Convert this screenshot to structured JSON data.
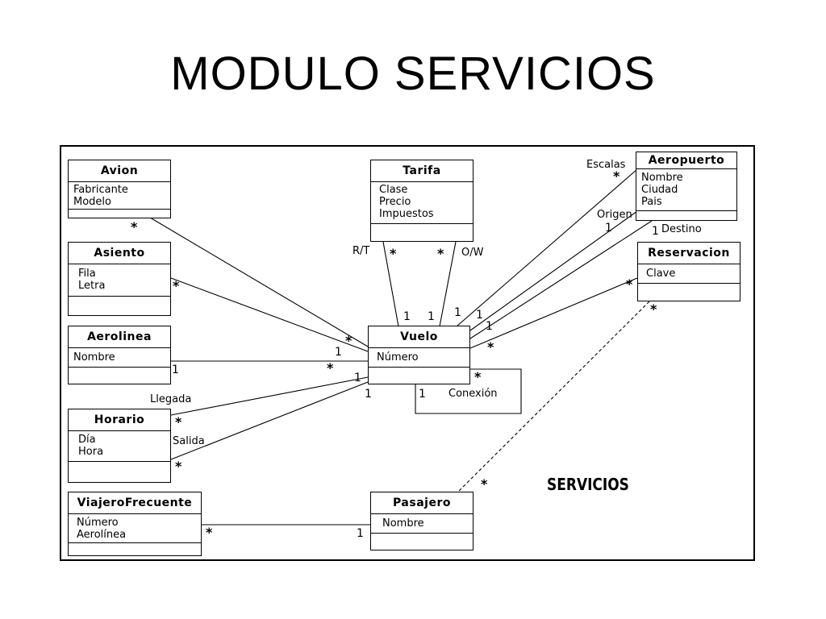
{
  "slide": {
    "title": "MODULO SERVICIOS"
  },
  "diagram": {
    "stamp": "SERVICIOS",
    "classes": {
      "avion": {
        "name": "Avion",
        "attributes": [
          "Fabricante",
          "Modelo"
        ]
      },
      "asiento": {
        "name": "Asiento",
        "attributes": [
          "Fila",
          "Letra"
        ]
      },
      "aerolinea": {
        "name": "Aerolinea",
        "attributes": [
          "Nombre"
        ]
      },
      "horario": {
        "name": "Horario",
        "attributes": [
          "Día",
          "Hora"
        ]
      },
      "viajero": {
        "name": "ViajeroFrecuente",
        "attributes": [
          "Número",
          "Aerolínea"
        ]
      },
      "tarifa": {
        "name": "Tarifa",
        "attributes": [
          "Clase",
          "Precio",
          "Impuestos"
        ]
      },
      "vuelo": {
        "name": "Vuelo",
        "attributes": [
          "Número"
        ]
      },
      "aeropuerto": {
        "name": "Aeropuerto",
        "attributes": [
          "Nombre",
          "Ciudad",
          "Pais"
        ]
      },
      "reservacion": {
        "name": "Reservacion",
        "attributes": [
          "Clave"
        ]
      },
      "pasajero": {
        "name": "Pasajero",
        "attributes": [
          "Nombre"
        ]
      }
    },
    "role_labels": {
      "escalas": "Escalas",
      "origen": "Origen",
      "destino": "Destino",
      "rt": "R/T",
      "ow": "O/W",
      "llegada": "Llegada",
      "salida": "Salida",
      "conexion": "Conexión"
    },
    "multiplicities": {
      "star": "*",
      "one": "1"
    }
  }
}
